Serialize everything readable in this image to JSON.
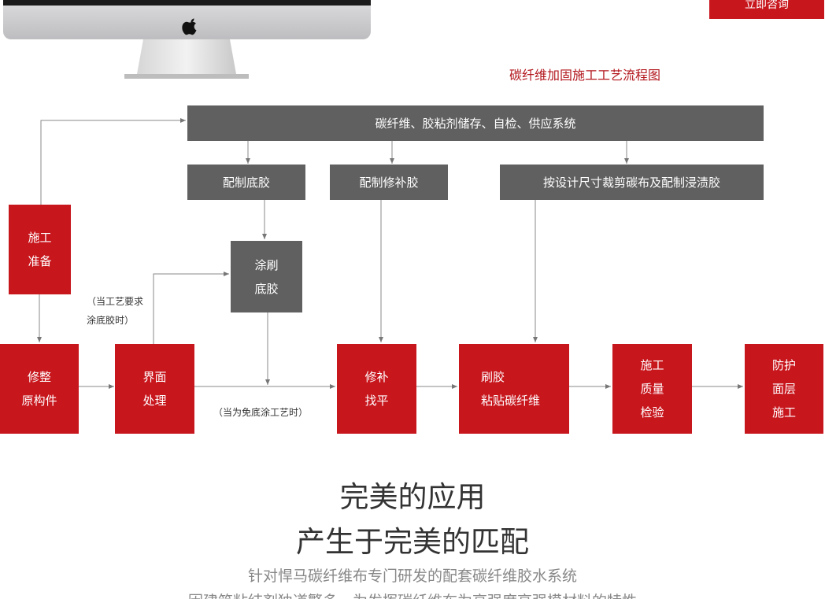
{
  "header": {
    "consult_label": "立即咨询"
  },
  "diagram": {
    "title": "碳纤维加固施工工艺流程图",
    "supply_system": "碳纤维、胶粘剂储存、自检、供应系统",
    "prepare_primer": "配制底胶",
    "prepare_repair": "配制修补胶",
    "cut_cloth": "按设计尺寸裁剪碳布及配制浸渍胶",
    "construction_prep": "施工\n准备",
    "brush_primer": "涂刷\n底胶",
    "trim_member": "修整\n原构件",
    "surface_treatment": "界面\n处理",
    "repair_level": "修补\n找平",
    "bond_carbon": "刷胶\n粘贴碳纤维",
    "quality_inspection": "施工\n质量\n检验",
    "protective_layer": "防护\n面层\n施工",
    "note_primer": "（当工艺要求\n涂底胶时）",
    "note_no_primer": "（当为免底涂工艺时）"
  },
  "promo": {
    "headline_1": "完美的应用",
    "headline_2": "产生于完美的匹配",
    "subtitle_1": "针对悍马碳纤维布专门研发的配套碳纤维胶水系统",
    "subtitle_2": "因建筑粘结剂独道繁多，为发挥碳纤维布为高强度高强模材料的特性"
  },
  "colors": {
    "accent_red": "#c8161d",
    "box_gray": "#606060",
    "title_red": "#b2161c"
  }
}
